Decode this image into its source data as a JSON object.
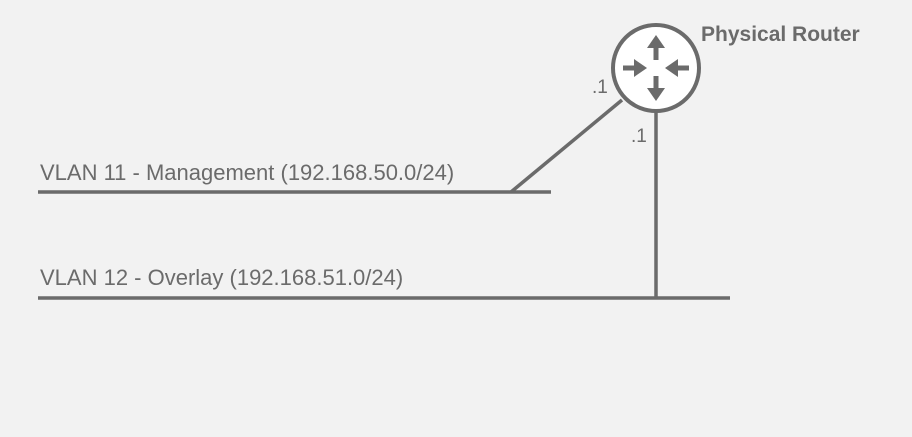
{
  "router": {
    "title": "Physical Router",
    "icon": "router-icon"
  },
  "links": [
    {
      "ip_suffix": ".1"
    },
    {
      "ip_suffix": ".1"
    }
  ],
  "vlans": [
    {
      "label": "VLAN 11 - Management (192.168.50.0/24)"
    },
    {
      "label": "VLAN 12 - Overlay (192.168.51.0/24)"
    }
  ],
  "colors": {
    "background": "#f2f2f2",
    "line": "#6b6b6b",
    "text": "#6b6b6b"
  }
}
